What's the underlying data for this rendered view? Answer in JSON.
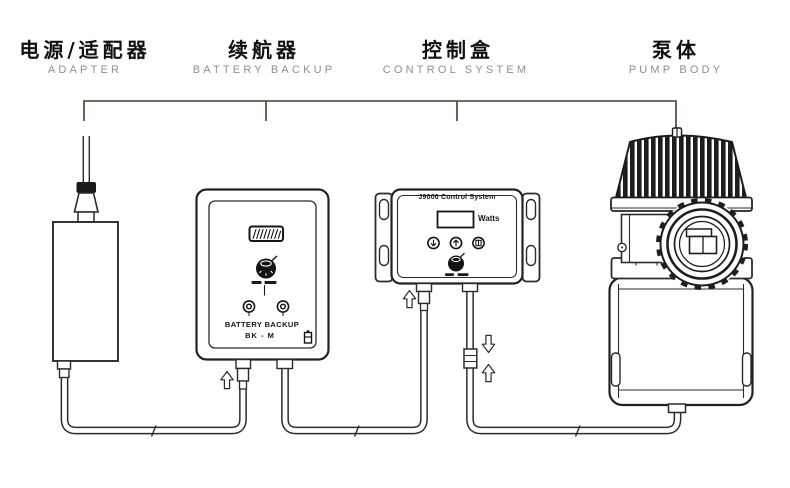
{
  "header": {
    "items": [
      {
        "zh": "电源/适配器",
        "en": "ADAPTER"
      },
      {
        "zh": "续航器",
        "en": "BATTERY BACKUP"
      },
      {
        "zh": "控制盒",
        "en": "CONTROL SYSTEM"
      },
      {
        "zh": "泵体",
        "en": "PUMP BODY"
      }
    ]
  },
  "battery_unit": {
    "label_line1": "BATTERY BACKUP",
    "label_line2": "BK - M"
  },
  "control_unit": {
    "title": "J9000 Control System",
    "display_unit": "Watts"
  },
  "icons": [
    "battery-level-display-icon",
    "rotary-knob-icon",
    "port-icon",
    "battery-icon",
    "down-arrow-button-icon",
    "up-arrow-button-icon",
    "mode-button-icon",
    "plug-direction-arrow-icon",
    "cable-coupling-icon"
  ],
  "colors": {
    "line": "#2b2b2b",
    "bracket": "#4a3a31",
    "muted_text": "#8f8f8f",
    "knob_fill": "#141414",
    "background": "#ffffff"
  }
}
